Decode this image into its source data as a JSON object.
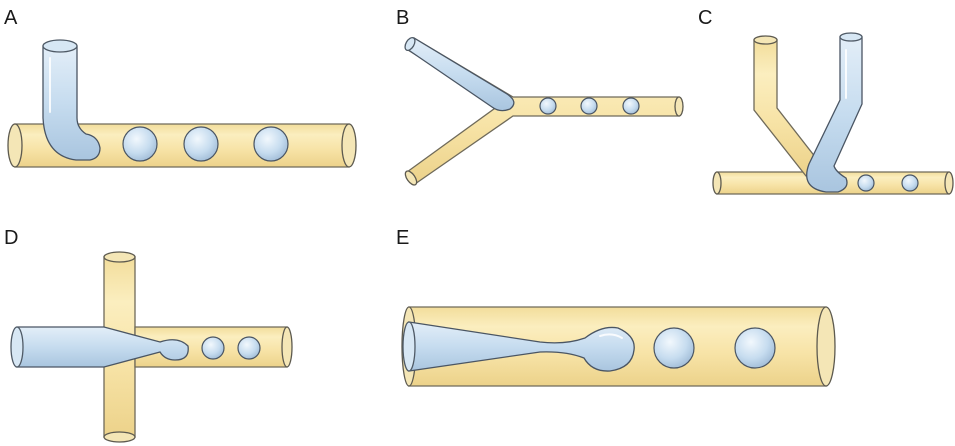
{
  "panels": [
    {
      "id": "A",
      "label": "A"
    },
    {
      "id": "B",
      "label": "B"
    },
    {
      "id": "C",
      "label": "C"
    },
    {
      "id": "D",
      "label": "D"
    },
    {
      "id": "E",
      "label": "E"
    }
  ],
  "colors": {
    "continuous_phase": "#f7e3a6",
    "dispersed_phase": "#c9ddf0",
    "outline": "#4a5563"
  }
}
